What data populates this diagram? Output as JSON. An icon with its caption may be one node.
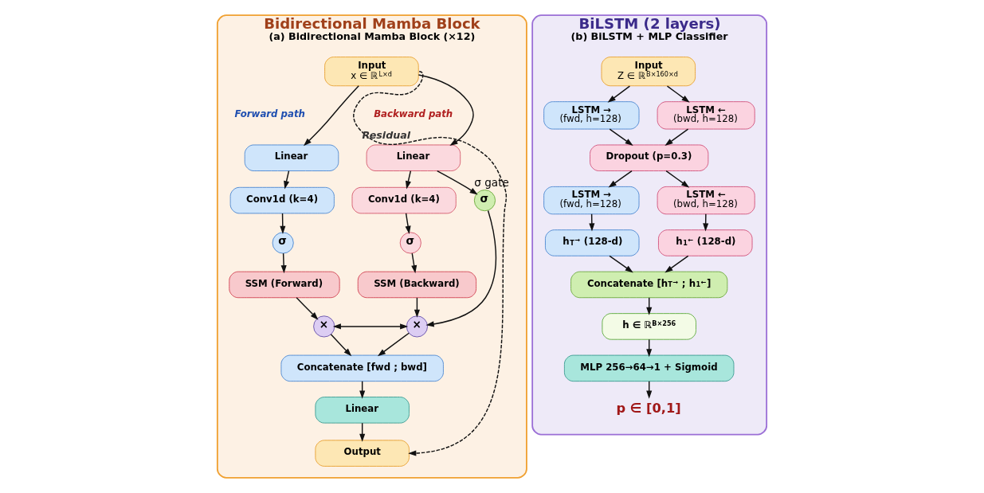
{
  "diagram": {
    "nodes": [
      {
        "text": [
          "Bidirectional Mamba Block",
          "(a) Bidirectional Mamba Block (×12)"
        ]
      },
      {
        "text": [
          "Input",
          "x ∈ ℝ$^{L×d}$"
        ],
        "in": 0
      },
      {
        "text": [
          "Linear"
        ],
        "in": 0
      },
      {
        "text": [
          "Conv1d (k=4)"
        ],
        "in": 0
      },
      {
        "text": [
          "σ"
        ],
        "in": 0
      },
      {
        "text": [
          "SSM (Forward)"
        ],
        "in": 0
      },
      {
        "text": [
          "×"
        ],
        "in": 0
      },
      {
        "text": [
          "Linear"
        ],
        "in": 0
      },
      {
        "text": [
          "Conv1d (k=4)"
        ],
        "in": 0
      },
      {
        "text": [
          "σ"
        ],
        "in": 0
      },
      {
        "text": [
          "SSM (Backward)"
        ],
        "in": 0
      },
      {
        "text": [
          "×"
        ],
        "in": 0
      },
      {
        "text": [
          "σ"
        ],
        "in": 0,
        "beside": [
          "σ gate"
        ]
      },
      {
        "text": [
          "Concatenate [fwd ; bwd]"
        ],
        "in": 0
      },
      {
        "text": [
          "Linear"
        ],
        "in": 0
      },
      {
        "text": [
          "Output"
        ],
        "in": 0
      },
      {
        "text": [
          "BiLSTM (2 layers)",
          "(b) BiLSTM + MLP Classifier"
        ]
      },
      {
        "text": [
          "Input",
          "Z ∈ ℝ$^{B×160×d}$"
        ],
        "in": 16
      },
      {
        "text": [
          "LSTM →",
          "(fwd, h=128)"
        ],
        "in": 16
      },
      {
        "text": [
          "LSTM ←",
          "(bwd, h=128)"
        ],
        "in": 16
      },
      {
        "text": [
          "Dropout (p=0.3)"
        ],
        "in": 16
      },
      {
        "text": [
          "LSTM →",
          "(fwd, h=128)"
        ],
        "in": 16
      },
      {
        "text": [
          "LSTM ←",
          "(bwd, h=128)"
        ],
        "in": 16
      },
      {
        "text": [
          "h$_{T}$$^{→}$ (128-d)"
        ],
        "in": 16
      },
      {
        "text": [
          "h$_{1}$$^{←}$ (128-d)"
        ],
        "in": 16
      },
      {
        "text": [
          "Concatenate [h$_{T}$$^{→}$ ; h$_{1}$$^{←}$]"
        ],
        "in": 16
      },
      {
        "text": [
          "h ∈ ℝ$^{B×256}$"
        ],
        "in": 16
      },
      {
        "text": [
          "MLP 256→64→1 + Sigmoid"
        ],
        "in": 16
      },
      {
        "text": [
          "p ∈ [0,1]"
        ],
        "in": 16
      }
    ],
    "edges": [
      {
        "from": 1,
        "to": 2,
        "arrow": "to"
      },
      {
        "from": 1,
        "to": 7,
        "arrow": "to"
      },
      {
        "from": 2,
        "to": 3,
        "arrow": "to"
      },
      {
        "from": 3,
        "to": 4,
        "arrow": "to"
      },
      {
        "from": 4,
        "to": 5,
        "arrow": "to"
      },
      {
        "from": 5,
        "to": 6,
        "arrow": "to"
      },
      {
        "from": 7,
        "to": 8,
        "arrow": "to"
      },
      {
        "from": 8,
        "to": 9,
        "arrow": "to"
      },
      {
        "from": 9,
        "to": 10,
        "arrow": "to"
      },
      {
        "from": 10,
        "to": 11,
        "arrow": "to"
      },
      {
        "from": 7,
        "to": 12,
        "arrow": "to"
      },
      {
        "from": 12,
        "to": 11,
        "arrow": "to"
      },
      {
        "from": 6,
        "to": 11,
        "arrow": "both"
      },
      {
        "from": 6,
        "to": 13,
        "arrow": "to"
      },
      {
        "from": 11,
        "to": 13,
        "arrow": "to"
      },
      {
        "from": 13,
        "to": 14,
        "arrow": "to"
      },
      {
        "from": 14,
        "to": 15,
        "arrow": "to"
      },
      {
        "from": 1,
        "to": 15,
        "arrow": "to",
        "style": "dashed",
        "label": "Residual"
      },
      {
        "from": 17,
        "to": 18,
        "arrow": "to"
      },
      {
        "from": 17,
        "to": 19,
        "arrow": "to"
      },
      {
        "from": 18,
        "to": 20,
        "arrow": "to"
      },
      {
        "from": 19,
        "to": 20,
        "arrow": "to"
      },
      {
        "from": 20,
        "to": 21,
        "arrow": "to"
      },
      {
        "from": 20,
        "to": 22,
        "arrow": "to"
      },
      {
        "from": 21,
        "to": 23,
        "arrow": "to"
      },
      {
        "from": 22,
        "to": 24,
        "arrow": "to"
      },
      {
        "from": 23,
        "to": 25,
        "arrow": "to"
      },
      {
        "from": 24,
        "to": 25,
        "arrow": "to"
      },
      {
        "from": 25,
        "to": 26,
        "arrow": "to"
      },
      {
        "from": 26,
        "to": 27,
        "arrow": "to"
      },
      {
        "from": 27,
        "to": 28,
        "arrow": "to"
      }
    ],
    "labels": [
      "Forward path",
      "Backward path"
    ]
  }
}
